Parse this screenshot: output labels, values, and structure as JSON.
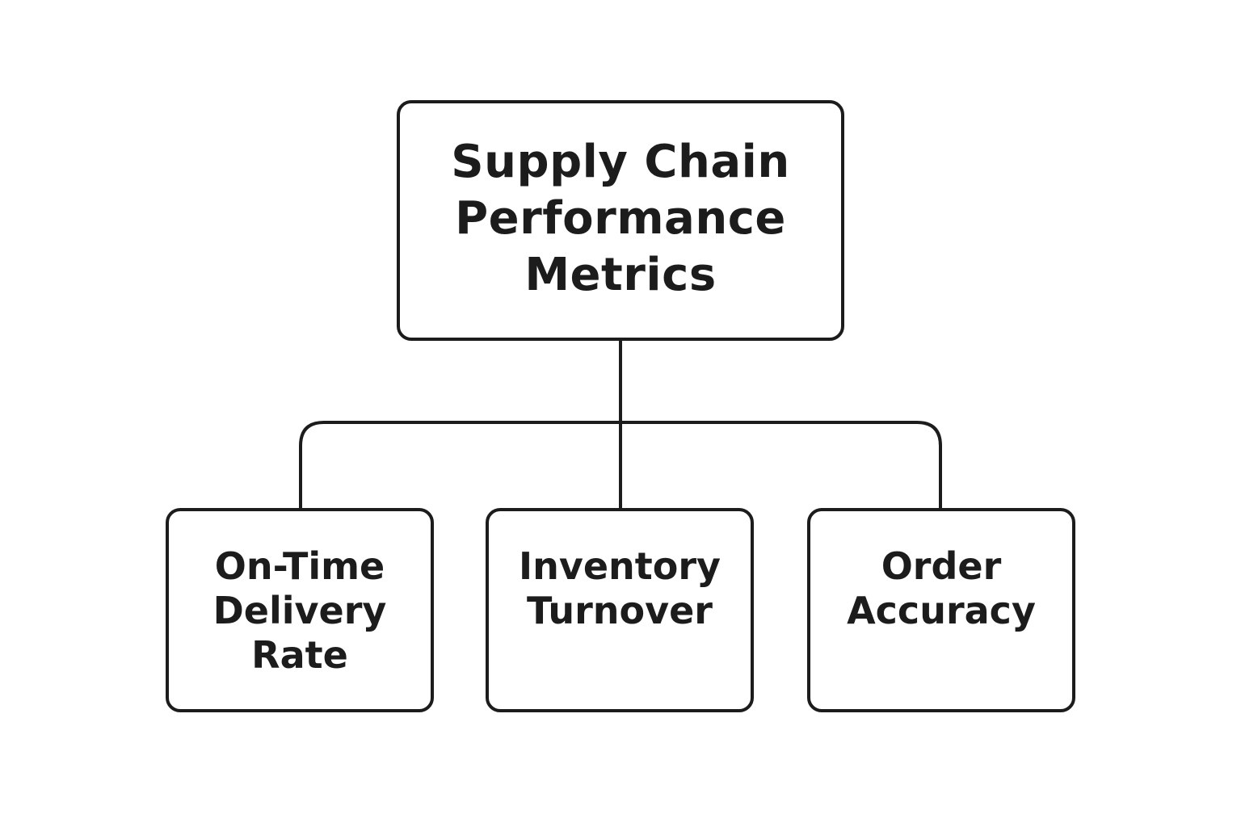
{
  "diagram": {
    "root": {
      "lines": [
        "Supply Chain",
        "Performance",
        "Metrics"
      ]
    },
    "children": [
      {
        "lines": [
          "On-Time",
          "Delivery",
          "Rate"
        ]
      },
      {
        "lines": [
          "Inventory",
          "Turnover"
        ]
      },
      {
        "lines": [
          "Order",
          "Accuracy"
        ]
      }
    ],
    "colors": {
      "stroke": "#1c1c1c",
      "background": "#ffffff"
    }
  }
}
